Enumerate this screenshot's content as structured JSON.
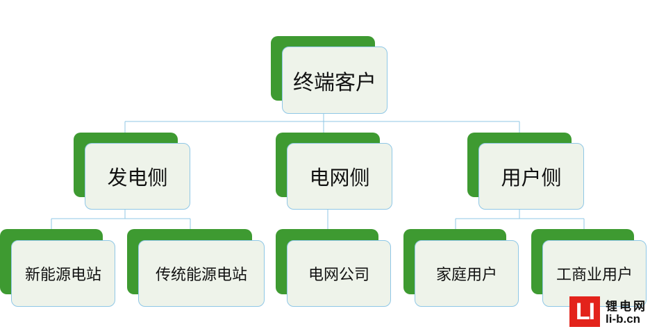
{
  "root": {
    "label": "终端客户"
  },
  "sides": [
    {
      "label": "发电侧",
      "children": [
        {
          "label": "新能源电站"
        },
        {
          "label": "传统能源电站"
        }
      ]
    },
    {
      "label": "电网侧",
      "children": [
        {
          "label": "电网公司"
        }
      ]
    },
    {
      "label": "用户侧",
      "children": [
        {
          "label": "家庭用户"
        },
        {
          "label": "工商业用户"
        }
      ]
    }
  ],
  "watermark": {
    "mark": "LI",
    "cn": "锂电网",
    "url": "li-b.cn"
  },
  "colors": {
    "back": "#3e9a31",
    "front": "#eef3ea",
    "border": "#8fc7e6",
    "line": "#8fc7e6"
  }
}
